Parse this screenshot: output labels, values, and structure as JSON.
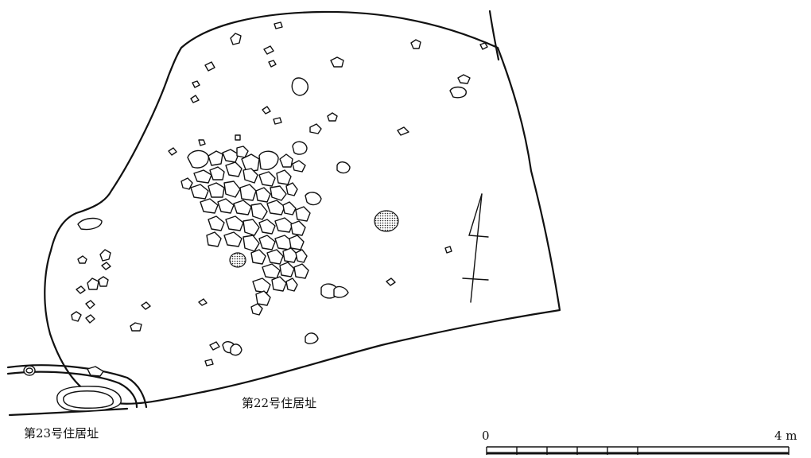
{
  "labels": {
    "dwelling_22": "第22号住居址",
    "dwelling_23": "第23号住居址"
  },
  "scale_bar": {
    "start_label": "0",
    "end_label": "4 m"
  },
  "north_arrow": {
    "symbol": "north-arrow"
  },
  "hatched_pits": 2
}
